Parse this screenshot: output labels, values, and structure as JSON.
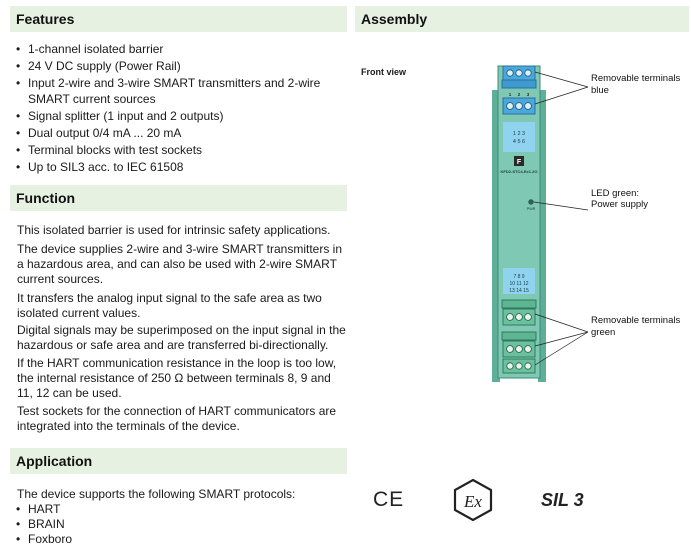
{
  "features": {
    "title": "Features",
    "items": [
      "1-channel isolated barrier",
      "24 V DC supply (Power Rail)",
      "Input 2-wire and 3-wire SMART transmitters and 2-wire SMART current sources",
      "Signal splitter (1 input and 2 outputs)",
      "Dual output 0/4 mA ... 20 mA",
      "Terminal blocks with test sockets",
      "Up to SIL3 acc. to IEC 61508"
    ]
  },
  "assembly": {
    "title": "Assembly",
    "front_view": "Front view",
    "annotations": {
      "terminals_blue_1": "Removable terminals",
      "terminals_blue_2": "blue",
      "led_1": "LED green:",
      "led_2": "Power supply",
      "terminals_green_1": "Removable terminals",
      "terminals_green_2": "green"
    },
    "device": {
      "top_numbers_1": "1  2  3",
      "top_numbers_2": "4  5  6",
      "model": "KFD2-STC4-Ex1.2O",
      "pwr": "PWR",
      "bottom_numbers_1": "7  8  9",
      "bottom_numbers_2": "10 11 12",
      "bottom_numbers_3": "13 14 15",
      "housing_color": "#7fc9b4",
      "blue_terminal_color": "#4aa8dc",
      "green_terminal_color": "#6cc09e"
    }
  },
  "function": {
    "title": "Function",
    "paragraphs": [
      "This isolated barrier is used for intrinsic safety applications.",
      "The device supplies 2-wire and 3-wire SMART transmitters in a hazardous area, and can also be used with 2-wire SMART current sources.",
      "It transfers the analog input signal to the safe area as two isolated current values.",
      "Digital signals may be superimposed on the input signal in the hazardous or safe area and are transferred bi-directionally.",
      "If the HART communication resistance in the loop is too low, the internal resistance of 250 Ω between terminals 8, 9 and 11, 12 can be used.",
      "Test sockets for the connection of HART communicators are integrated into the terminals of the device."
    ]
  },
  "application": {
    "title": "Application",
    "intro": "The device supports the following SMART protocols:",
    "protocols": [
      "HART",
      "BRAIN",
      "Foxboro"
    ]
  },
  "logos": {
    "ce": "CE",
    "ex": "Ex",
    "sil": "SIL 3"
  }
}
